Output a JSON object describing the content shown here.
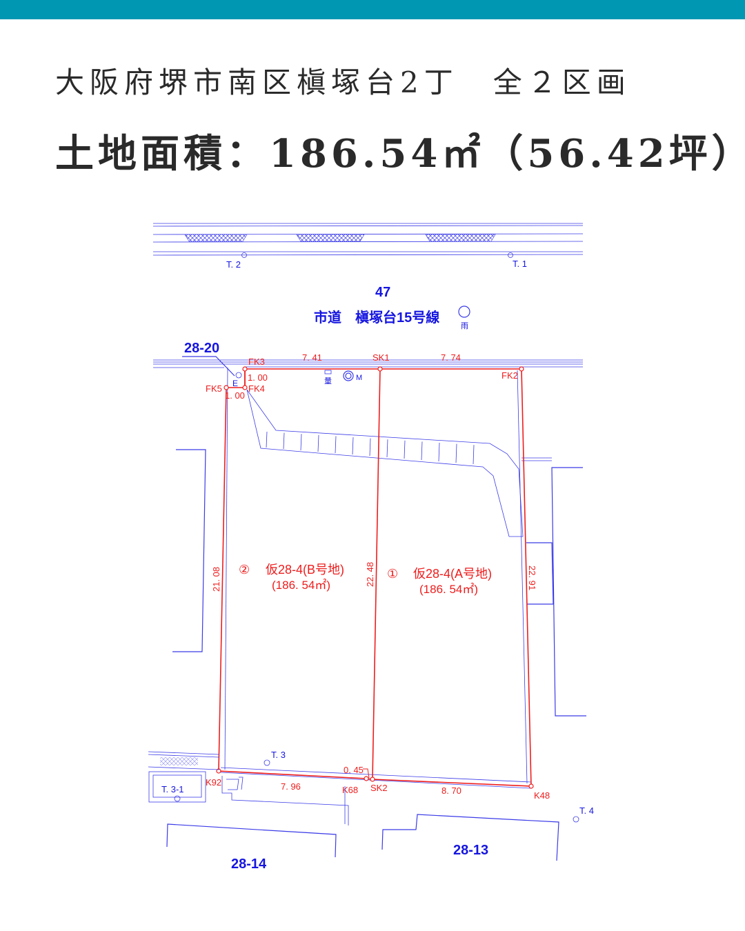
{
  "header": {
    "title": "大阪府堺市南区槇塚台2丁　全２区画",
    "area": "土地面積：186.54㎡（56.42坪）"
  },
  "colors": {
    "bar": "#0097b2",
    "boundary": "#ee1c1c",
    "drawing": "#3a3ae8"
  },
  "survey": {
    "road_number": "47",
    "road_name": "市道　槇塚台15号線",
    "rain_mark": "雨",
    "benchmarks": [
      "T. 2",
      "T. 1",
      "T. 3",
      "T. 3-1",
      "T. 4"
    ],
    "neighbors": [
      "28-20",
      "28-14",
      "28-13"
    ],
    "points": [
      "FK3",
      "SK1",
      "FK2",
      "FK5",
      "FK4",
      "K92",
      "K68",
      "SK2",
      "K48"
    ],
    "dimensions": {
      "fk3_sk1": "7. 41",
      "sk1_fk2": "7. 74",
      "fk3_fk4": "1. 00",
      "fk5_fk4": "1. 00",
      "left": "21. 08",
      "middle": "22. 48",
      "right": "22. 91",
      "k92_k68": "7. 96",
      "k68_sk2": "0. 45",
      "sk2_k48": "8. 70"
    },
    "marks": {
      "e": "E",
      "meter": "量",
      "manhole": "M"
    },
    "lots": [
      {
        "number": "②",
        "name": "仮28-4(B号地)",
        "area": "(186. 54㎡)"
      },
      {
        "number": "①",
        "name": "仮28-4(A号地)",
        "area": "(186. 54㎡)"
      }
    ]
  }
}
